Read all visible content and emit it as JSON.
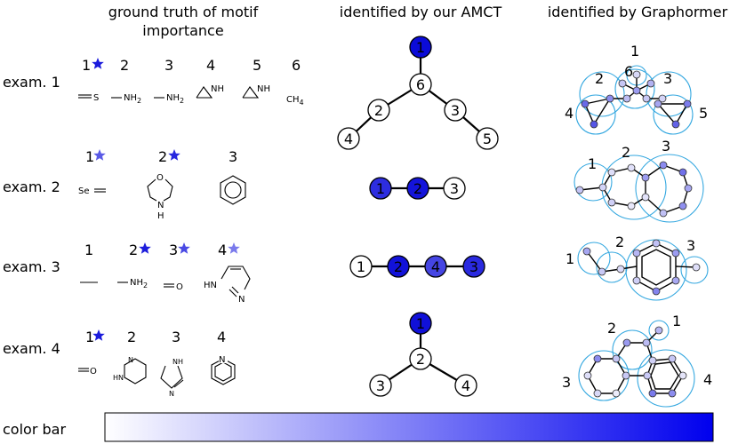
{
  "headers": {
    "col1_line1": "ground truth of motif",
    "col1_line2": "importance",
    "col2": "identified by our AMCT",
    "col3": "identified by Graphormer"
  },
  "examples": [
    {
      "label": "exam. 1",
      "motifs": [
        {
          "num": "1",
          "star": "#1a1adc",
          "formula": "S"
        },
        {
          "num": "2",
          "star": null,
          "formula": "NH2"
        },
        {
          "num": "3",
          "star": null,
          "formula": "NH2"
        },
        {
          "num": "4",
          "star": null,
          "formula": "NH"
        },
        {
          "num": "5",
          "star": null,
          "formula": "NH"
        },
        {
          "num": "6",
          "star": null,
          "formula": "CH4"
        }
      ],
      "amct_nodes": [
        {
          "id": "1",
          "color": "#0b0bd8"
        },
        {
          "id": "6",
          "color": "#ffffff"
        },
        {
          "id": "2",
          "color": "#ffffff"
        },
        {
          "id": "3",
          "color": "#ffffff"
        },
        {
          "id": "4",
          "color": "#ffffff"
        },
        {
          "id": "5",
          "color": "#ffffff"
        }
      ],
      "graphormer_labels": [
        "1",
        "2",
        "6",
        "3",
        "4",
        "5"
      ]
    },
    {
      "label": "exam. 2",
      "motifs": [
        {
          "num": "1",
          "star": "#5a5ae6",
          "formula": "Se"
        },
        {
          "num": "2",
          "star": "#2727de",
          "formula": "N H"
        },
        {
          "num": "3",
          "star": null,
          "formula": ""
        }
      ],
      "amct_nodes": [
        {
          "id": "1",
          "color": "#2d2de0"
        },
        {
          "id": "2",
          "color": "#1414da"
        },
        {
          "id": "3",
          "color": "#ffffff"
        }
      ],
      "graphormer_labels": [
        "1",
        "2",
        "3"
      ]
    },
    {
      "label": "exam. 3",
      "motifs": [
        {
          "num": "1",
          "star": null,
          "formula": ""
        },
        {
          "num": "2",
          "star": "#1e1edc",
          "formula": "NH2"
        },
        {
          "num": "3",
          "star": "#4a4ae4",
          "formula": "O"
        },
        {
          "num": "4",
          "star": "#7a7aec",
          "formula": "HN N"
        }
      ],
      "amct_nodes": [
        {
          "id": "1",
          "color": "#ffffff"
        },
        {
          "id": "2",
          "color": "#1212d9"
        },
        {
          "id": "4",
          "color": "#4545e3"
        },
        {
          "id": "3",
          "color": "#2a2adf"
        }
      ],
      "graphormer_labels": [
        "1",
        "2",
        "3"
      ]
    },
    {
      "label": "exam. 4",
      "motifs": [
        {
          "num": "1",
          "star": "#1a1adc",
          "formula": "O"
        },
        {
          "num": "2",
          "star": null,
          "formula": "HN NH"
        },
        {
          "num": "3",
          "star": null,
          "formula": "NH N"
        },
        {
          "num": "4",
          "star": null,
          "formula": "N"
        }
      ],
      "amct_nodes": [
        {
          "id": "1",
          "color": "#1010d8"
        },
        {
          "id": "2",
          "color": "#ffffff"
        },
        {
          "id": "3",
          "color": "#ffffff"
        },
        {
          "id": "4",
          "color": "#ffffff"
        }
      ],
      "graphormer_labels": [
        "2",
        "1",
        "3",
        "4"
      ]
    }
  ],
  "colorbar": {
    "label": "color bar",
    "low_color": "#ffffff",
    "high_color": "#0000ee"
  }
}
